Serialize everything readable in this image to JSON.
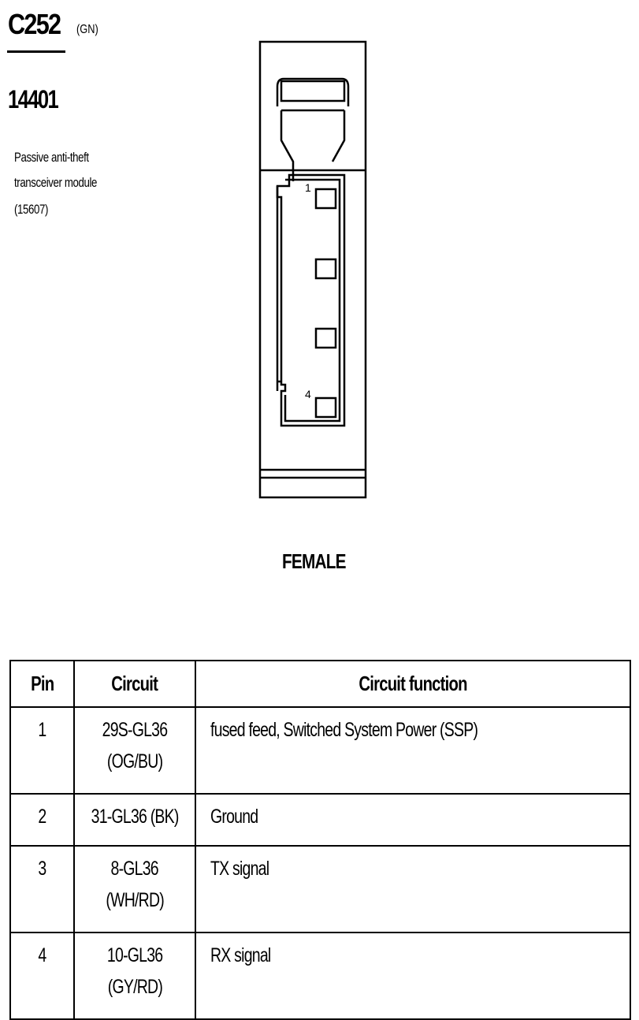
{
  "header": {
    "connector_id": "C252",
    "connector_color": "(GN)",
    "part_number": "14401",
    "description_lines": [
      "Passive anti-theft",
      "transceiver module",
      "(15607)"
    ]
  },
  "diagram": {
    "pin_labels": [
      "1",
      "4"
    ],
    "gender_label": "FEMALE"
  },
  "table": {
    "headers": [
      "Pin",
      "Circuit",
      "Circuit function"
    ],
    "rows": [
      {
        "pin": "1",
        "circuit_lines": [
          "29S-GL36",
          "(OG/BU)"
        ],
        "function": "fused feed, Switched System Power (SSP)"
      },
      {
        "pin": "2",
        "circuit_lines": [
          "31-GL36 (BK)"
        ],
        "function": "Ground"
      },
      {
        "pin": "3",
        "circuit_lines": [
          "8-GL36",
          "(WH/RD)"
        ],
        "function": "TX signal"
      },
      {
        "pin": "4",
        "circuit_lines": [
          "10-GL36",
          "(GY/RD)"
        ],
        "function": "RX signal"
      }
    ]
  }
}
